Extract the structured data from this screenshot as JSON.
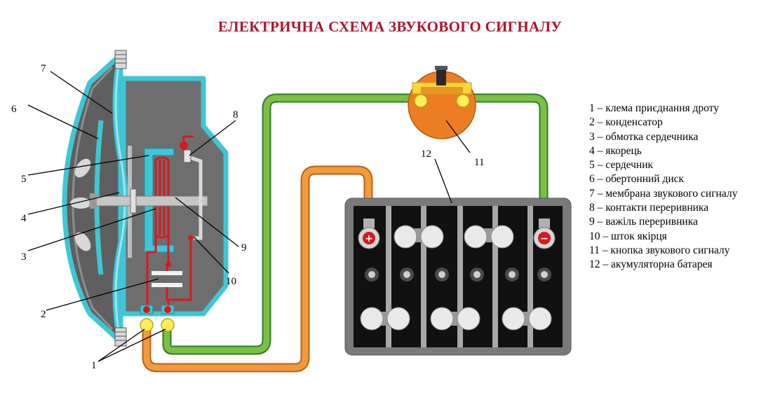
{
  "title": "ЕЛЕКТРИЧНА СХЕМА ЗВУКОВОГО СИГНАЛУ",
  "legend": [
    "1 – клема приєднання дроту",
    "2 – конденсатор",
    "3 – обмотка сердечника",
    "4 – якорець",
    "5 – сердечник",
    "6 – обертонний диск",
    "7 – мембрана звукового сигналу",
    "8 – контакти переривника",
    "9 – важіль переривника",
    "10 – шток якірця",
    "11 – кнопка звукового сигналу",
    "12 – акумуляторна батарея"
  ],
  "callouts": [
    "1",
    "2",
    "3",
    "4",
    "5",
    "6",
    "7",
    "8",
    "9",
    "10",
    "11",
    "12"
  ],
  "terminals": {
    "plus": "+",
    "minus": "−"
  },
  "colors": {
    "title": "#b0142a",
    "housing_fill": "#6e6e6e",
    "housing_outline": "#3fc6d6",
    "wire_green": "#7bc043",
    "wire_orange": "#f39a3d",
    "coil_red": "#d7191e",
    "button_orange": "#ec7d22",
    "terminal_yellow": "#ffee55",
    "battery_case": "#111111",
    "battery_shell": "#7a7a7a"
  }
}
